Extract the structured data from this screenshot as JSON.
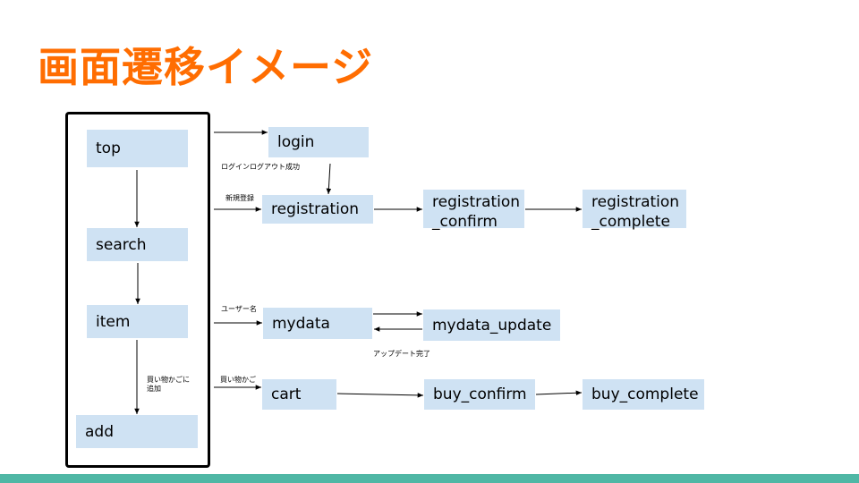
{
  "slide": {
    "title": "画面遷移イメージ",
    "accent_color": "#ff6d01",
    "node_color": "#cfe2f3",
    "footer_color": "#4fb7a5"
  },
  "nodes": {
    "top": "top",
    "search": "search",
    "item": "item",
    "add": "add",
    "login": "login",
    "registration": "registration",
    "registration_confirm": "registration\n_confirm",
    "registration_complete": "registration\n_complete",
    "mydata": "mydata",
    "mydata_update": "mydata_update",
    "cart": "cart",
    "buy_confirm": "buy_confirm",
    "buy_complete": "buy_complete"
  },
  "edge_labels": {
    "login_logout": "ログインログアウト成功",
    "new_registration": "新規登録",
    "user_name": "ユーザー名",
    "update_done": "アップデート完了",
    "cart_link": "買い物かご",
    "add_to_cart": "買い物かごに\n追加"
  }
}
